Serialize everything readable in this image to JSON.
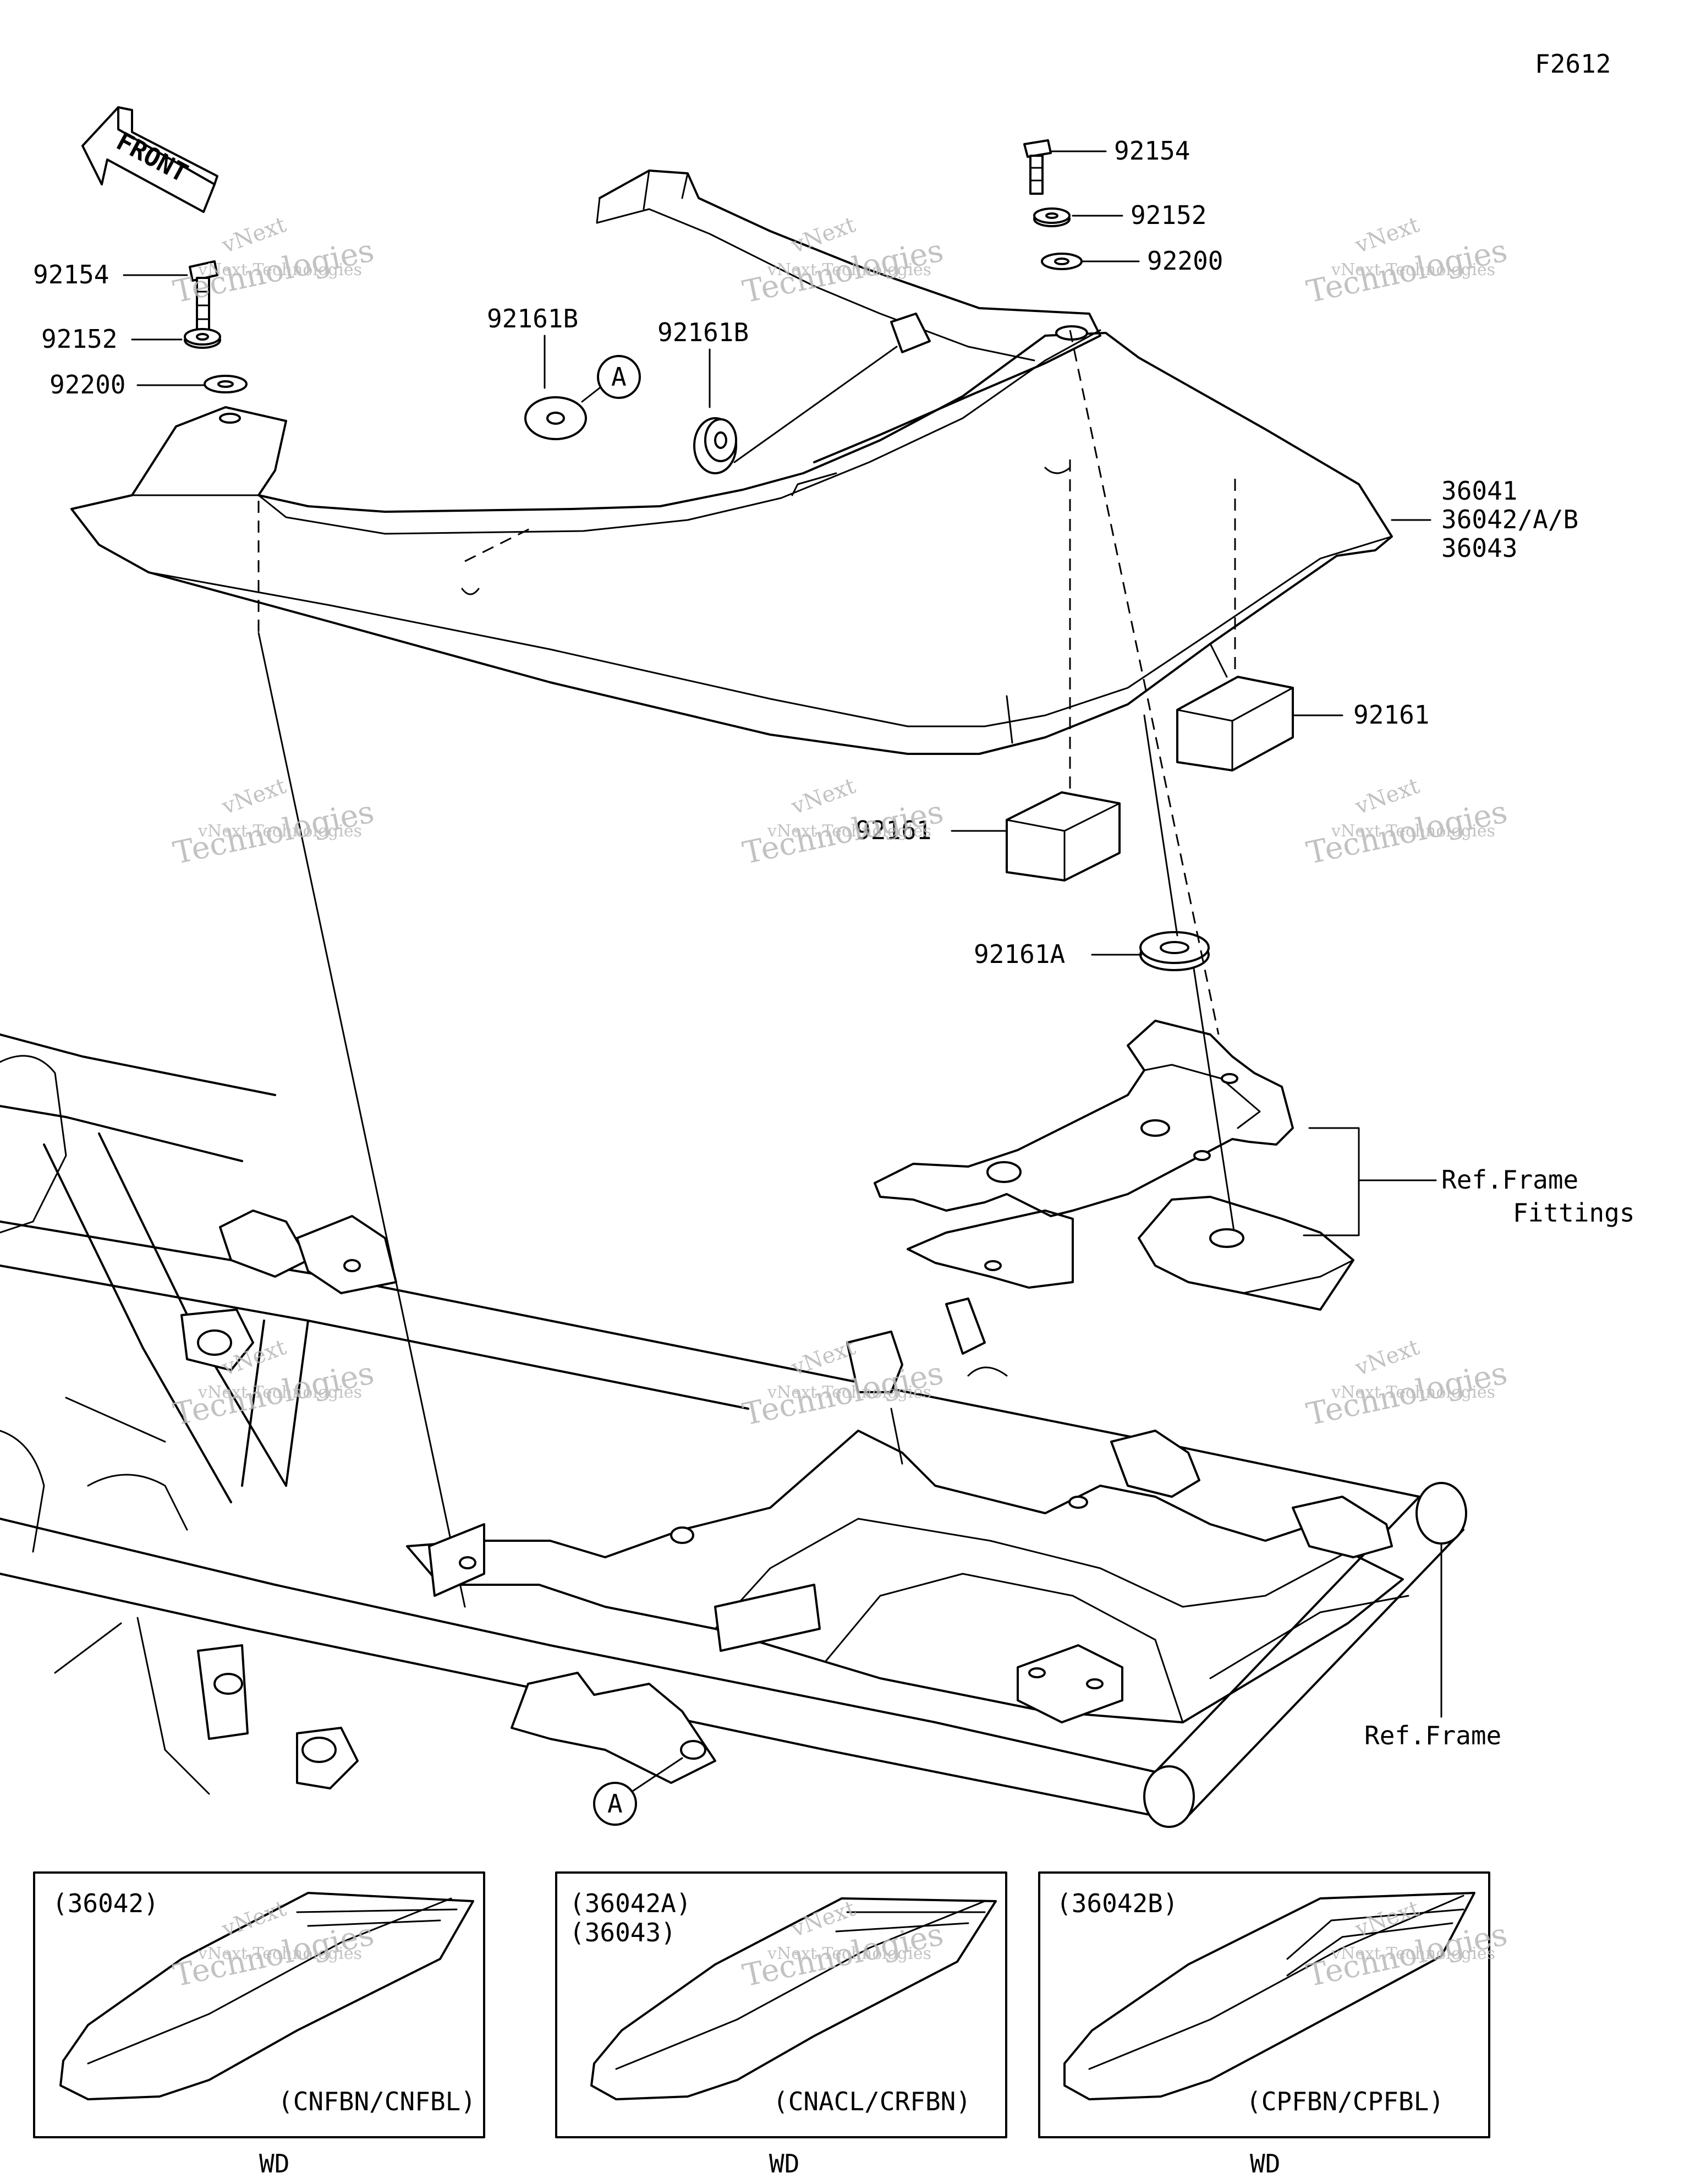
{
  "diagram_code": "F2612",
  "front_arrow_text": "FRONT",
  "part_labels": {
    "p92154_left": "92154",
    "p92152_left": "92152",
    "p92200_left": "92200",
    "p92161B_left": "92161B",
    "p92161B_right": "92161B",
    "p92154_right": "92154",
    "p92152_right": "92152",
    "p92200_right": "92200",
    "p36041": "36041",
    "p36042": "36042/A/B",
    "p36043": "36043",
    "p92161_right": "92161",
    "p92161_left": "92161",
    "p92161A": "92161A",
    "ref_frame_fittings_1": "Ref.Frame",
    "ref_frame_fittings_2": "Fittings",
    "ref_frame": "Ref.Frame"
  },
  "callouts": {
    "top": "A",
    "bottom": "A"
  },
  "variants": [
    {
      "codes_line1": "(36042)",
      "codes_line2": "",
      "colors": "(CNFBN/CNFBL)",
      "suffix": "WD"
    },
    {
      "codes_line1": "(36042A)",
      "codes_line2": "(36043)",
      "colors": "(CNACL/CRFBN)",
      "suffix": "WD"
    },
    {
      "codes_line1": "(36042B)",
      "codes_line2": "",
      "colors": "(CPFBN/CPFBL)",
      "suffix": "WD"
    }
  ],
  "watermark": {
    "line1": "vNext Technologies",
    "line2": "Technologies",
    "line3": "vNext"
  }
}
